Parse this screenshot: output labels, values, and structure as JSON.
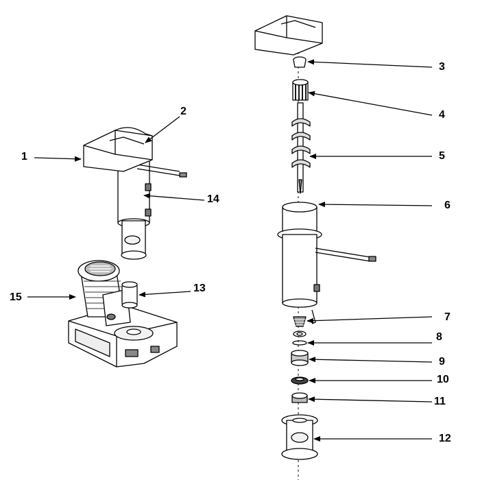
{
  "callouts": {
    "c1": "1",
    "c2": "2",
    "c3": "3",
    "c4": "4",
    "c5": "5",
    "c6": "6",
    "c7": "7",
    "c8": "8",
    "c9": "9",
    "c10": "10",
    "c11": "11",
    "c12": "12",
    "c13": "13",
    "c14": "14",
    "c15": "15"
  },
  "colors": {
    "line": "#000000",
    "fill": "#ffffff",
    "shade": "#d9d9d9",
    "dark": "#444444"
  }
}
